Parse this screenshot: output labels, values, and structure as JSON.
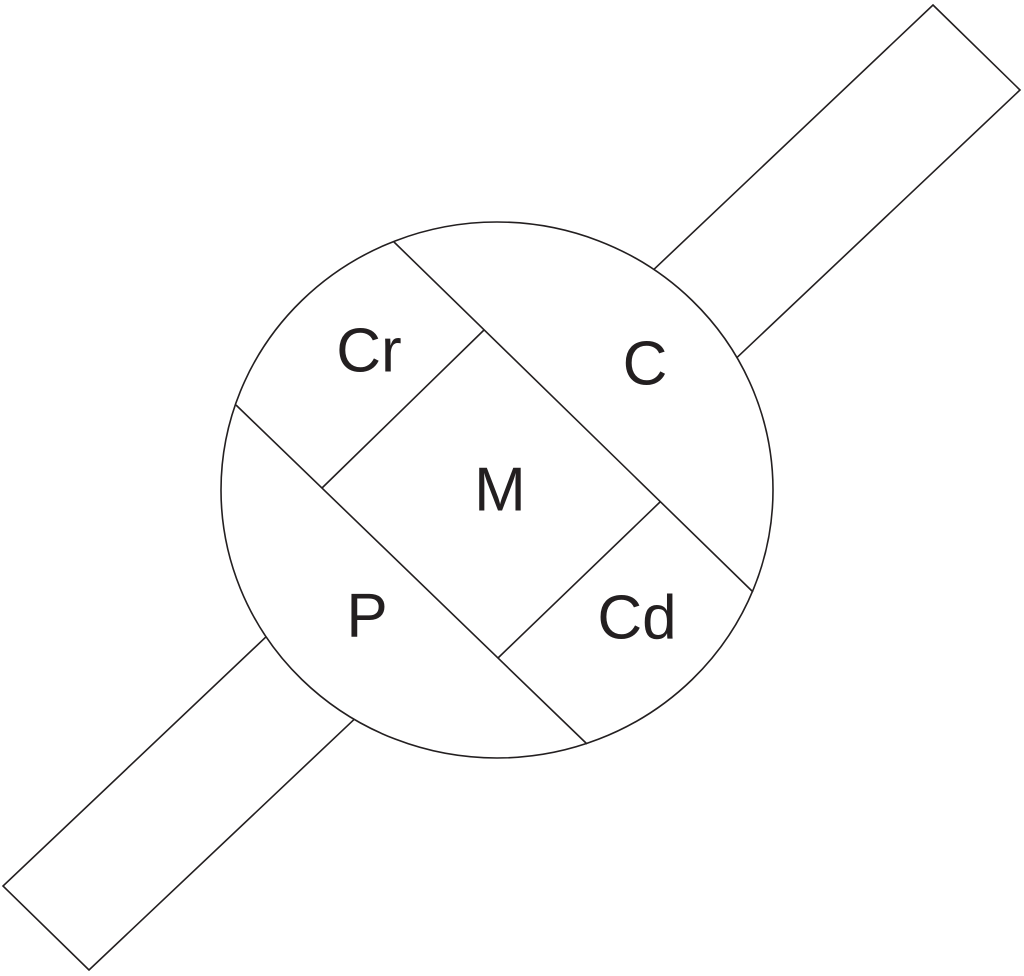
{
  "diagram": {
    "regions": {
      "upper_left": "Cr",
      "upper_right": "C",
      "center": "M",
      "lower_left": "P",
      "lower_right": "Cd"
    }
  }
}
